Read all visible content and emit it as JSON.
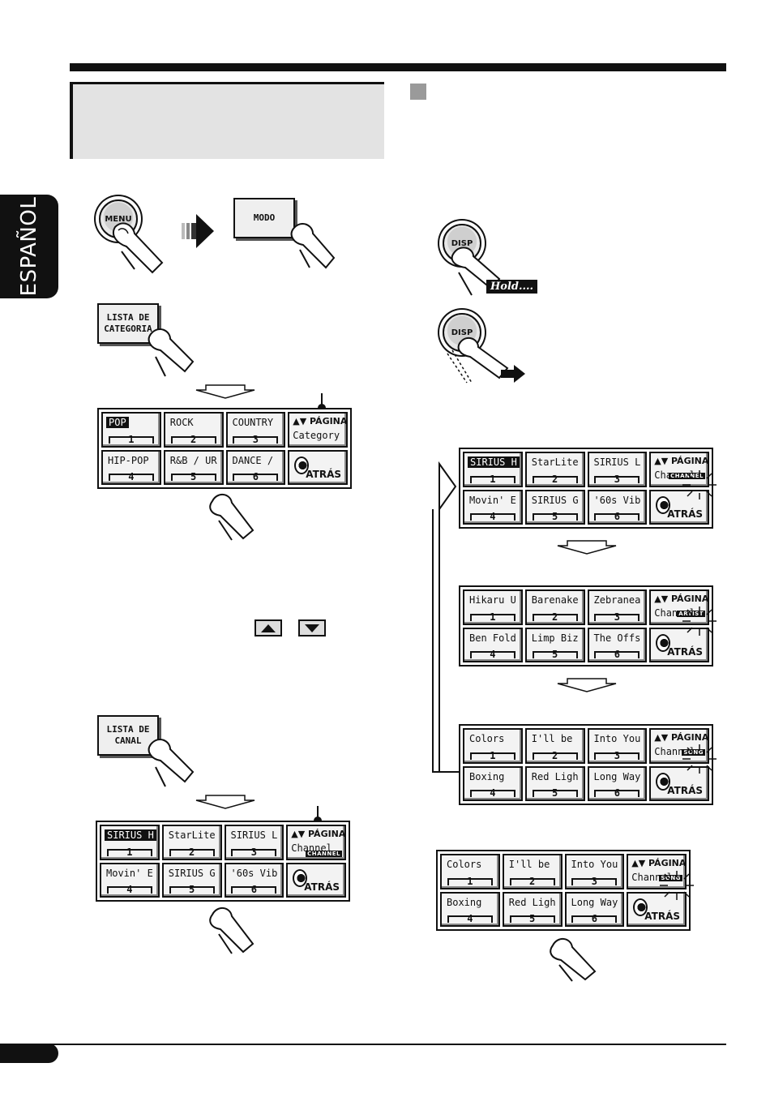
{
  "side_tab": "ESPAÑOL",
  "buttons": {
    "menu": "MENU",
    "modo": "MODO",
    "lista_categoria_1": "LISTA DE",
    "lista_categoria_2": "CATEGORIA",
    "lista_canal_1": "LISTA DE",
    "lista_canal_2": "CANAL",
    "disp": "DISP",
    "hold": "Hold...."
  },
  "grids": {
    "category": {
      "cells": [
        {
          "label": "POP",
          "num": "1"
        },
        {
          "label": "ROCK",
          "num": "2"
        },
        {
          "label": "COUNTRY",
          "num": "3"
        },
        {
          "label": "HIP-POP",
          "num": "4"
        },
        {
          "label": "R&B / UR",
          "num": "5"
        },
        {
          "label": "DANCE /",
          "num": "6"
        }
      ],
      "pagina": "PÁGINA",
      "sub": "Category",
      "atras": "ATRÁS"
    },
    "channel_a": {
      "cells": [
        {
          "label": "SIRIUS H",
          "num": "1"
        },
        {
          "label": "StarLite",
          "num": "2"
        },
        {
          "label": "SIRIUS L",
          "num": "3"
        },
        {
          "label": "Movin' E",
          "num": "4"
        },
        {
          "label": "SIRIUS G",
          "num": "5"
        },
        {
          "label": "'60s Vib",
          "num": "6"
        }
      ],
      "pagina": "PÁGINA",
      "sub": "Channel",
      "tag": "CHANNEL",
      "atras": "ATRÁS"
    },
    "channel_r1": {
      "cells": [
        {
          "label": "SIRIUS H",
          "num": "1"
        },
        {
          "label": "StarLite",
          "num": "2"
        },
        {
          "label": "SIRIUS L",
          "num": "3"
        },
        {
          "label": "Movin' E",
          "num": "4"
        },
        {
          "label": "SIRIUS G",
          "num": "5"
        },
        {
          "label": "'60s Vib",
          "num": "6"
        }
      ],
      "pagina": "PÁGINA",
      "sub": "Channel",
      "tag": "CHANNEL",
      "atras": "ATRÁS"
    },
    "artist": {
      "cells": [
        {
          "label": "Hikaru U",
          "num": "1"
        },
        {
          "label": "Barenake",
          "num": "2"
        },
        {
          "label": "Zebranea",
          "num": "3"
        },
        {
          "label": "Ben Fold",
          "num": "4"
        },
        {
          "label": "Limp Biz",
          "num": "5"
        },
        {
          "label": "The Offs",
          "num": "6"
        }
      ],
      "pagina": "PÁGINA",
      "sub": "Channel",
      "tag": "ARTIST",
      "atras": "ATRÁS"
    },
    "song_a": {
      "cells": [
        {
          "label": "Colors",
          "num": "1"
        },
        {
          "label": "I'll be",
          "num": "2"
        },
        {
          "label": "Into You",
          "num": "3"
        },
        {
          "label": "Boxing",
          "num": "4"
        },
        {
          "label": "Red Ligh",
          "num": "5"
        },
        {
          "label": "Long Way",
          "num": "6"
        }
      ],
      "pagina": "PÁGINA",
      "sub": "Channel",
      "tag": "SONG",
      "atras": "ATRÁS"
    },
    "song_b": {
      "cells": [
        {
          "label": "Colors",
          "num": "1"
        },
        {
          "label": "I'll be",
          "num": "2"
        },
        {
          "label": "Into You",
          "num": "3"
        },
        {
          "label": "Boxing",
          "num": "4"
        },
        {
          "label": "Red Ligh",
          "num": "5"
        },
        {
          "label": "Long Way",
          "num": "6"
        }
      ],
      "pagina": "PÁGINA",
      "sub": "Channel",
      "tag": "SONG",
      "atras": "ATRÁS"
    }
  }
}
